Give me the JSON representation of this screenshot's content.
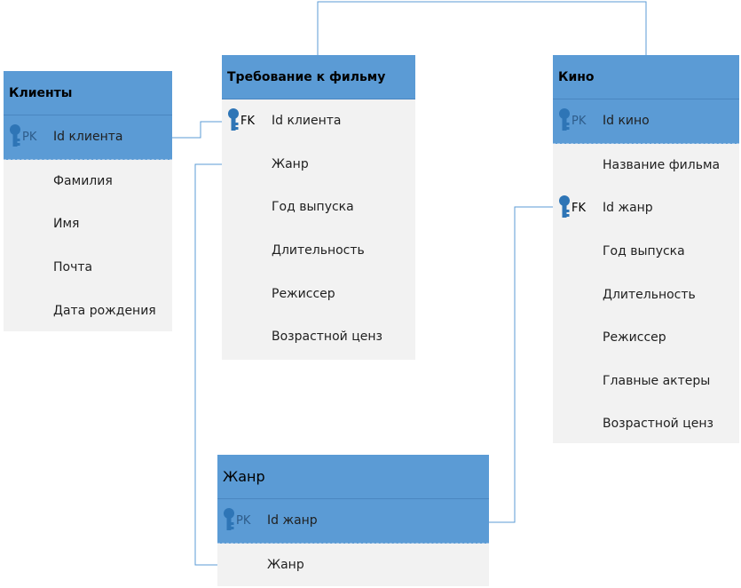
{
  "colors": {
    "header": "#5b9bd5",
    "body": "#f2f2f2",
    "connector": "#5b9bd5",
    "key_icon": "#2e75b6"
  },
  "entities": {
    "clients": {
      "title": "Клиенты",
      "pk_label": "PK",
      "fields": [
        "Id клиента",
        "Фамилия",
        "Имя",
        "Почта",
        "Дата рождения"
      ]
    },
    "film_request": {
      "title": "Требование к фильму",
      "fk_label": "FK",
      "fields": [
        "Id клиента",
        "Жанр",
        "Год выпуска",
        "Длительность",
        "Режиссер",
        "Возрастной ценз"
      ]
    },
    "movies": {
      "title": "Кино",
      "pk_label": "PK",
      "fk_label": "FK",
      "fields": [
        "Id кино",
        "Название фильма",
        "Id жанр",
        "Год выпуска",
        "Длительность",
        "Режиссер",
        "Главные актеры",
        "Возрастной ценз"
      ]
    },
    "genre": {
      "title": "Жанр",
      "pk_label": "PK",
      "fields": [
        "Id жанр",
        "Жанр"
      ]
    }
  }
}
